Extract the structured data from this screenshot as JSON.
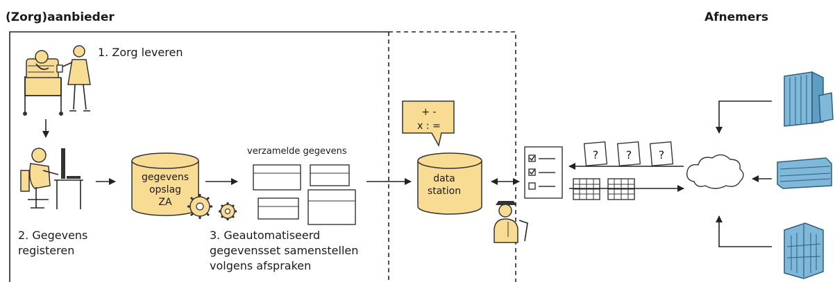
{
  "headers": {
    "provider": "(Zorg)aanbieder",
    "recipients": "Afnemers"
  },
  "steps": {
    "step1": "1. Zorg leveren",
    "step2_line1": "2. Gegevens",
    "step2_line2": "registeren",
    "step3_line1": "3. Geautomatiseerd",
    "step3_line2": "gegevensset samenstellen",
    "step3_line3": "volgens afspraken"
  },
  "storage": {
    "line1": "gegevens",
    "line2": "opslag",
    "line3": "ZA"
  },
  "collected_label": "verzamelde gegevens",
  "data_station": {
    "line1": "data",
    "line2": "station"
  },
  "calculator": {
    "line1": "+ -",
    "line2": "x : ="
  },
  "question_mark": "?",
  "colors": {
    "yellow": "#f8dc93",
    "blue": "#7fb8d8"
  }
}
